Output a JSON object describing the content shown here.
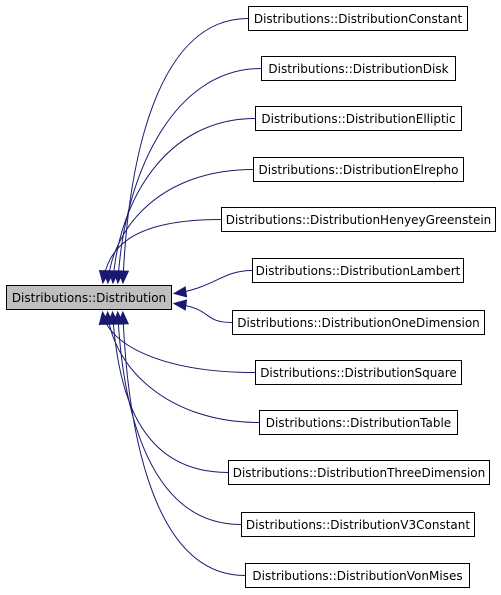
{
  "diagram": {
    "base": {
      "label": "Distributions::Distribution",
      "fill": "#bfbfbf"
    },
    "edge_color": "#191970",
    "derived": [
      {
        "label": "Distributions::DistributionConstant"
      },
      {
        "label": "Distributions::DistributionDisk"
      },
      {
        "label": "Distributions::DistributionElliptic"
      },
      {
        "label": "Distributions::DistributionElrepho"
      },
      {
        "label": "Distributions::DistributionHenyeyGreenstein"
      },
      {
        "label": "Distributions::DistributionLambert"
      },
      {
        "label": "Distributions::DistributionOneDimension"
      },
      {
        "label": "Distributions::DistributionSquare"
      },
      {
        "label": "Distributions::DistributionTable"
      },
      {
        "label": "Distributions::DistributionThreeDimension"
      },
      {
        "label": "Distributions::DistributionV3Constant"
      },
      {
        "label": "Distributions::DistributionVonMises"
      }
    ]
  }
}
